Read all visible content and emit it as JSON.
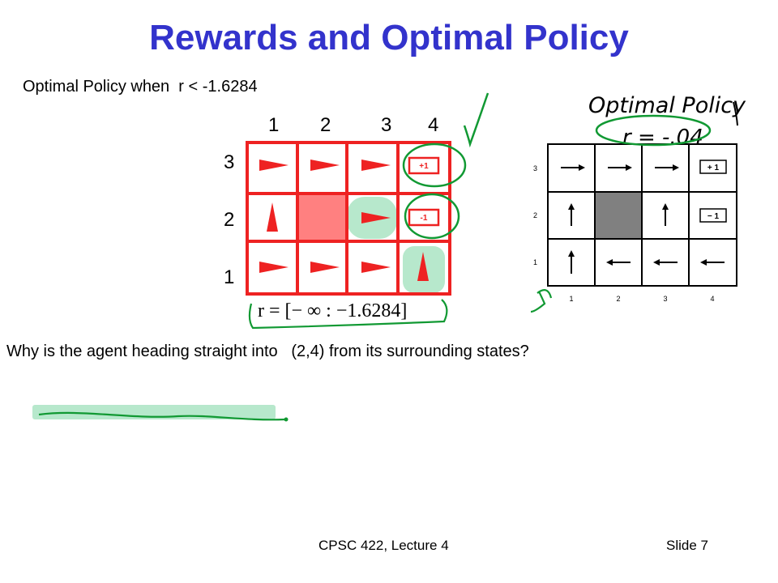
{
  "slide": {
    "title": "Rewards and Optimal Policy",
    "subtitle": "Optimal Policy when  r < -1.6284",
    "question": "Why is the agent heading straight into   (2,4) from its surrounding states?",
    "footer_course": "CPSC 422, Lecture 4",
    "footer_slide": "Slide 7"
  },
  "left_grid": {
    "col_labels": [
      "1",
      "2",
      "3",
      "4"
    ],
    "row_labels": [
      "3",
      "2",
      "1"
    ],
    "cells": [
      [
        "right",
        "right",
        "right",
        "+1"
      ],
      [
        "up",
        "wall",
        "right",
        "-1"
      ],
      [
        "right",
        "right",
        "right",
        "up"
      ]
    ],
    "reward_range": "r = [− ∞  : −1.6284]",
    "grid_color": "#ee2222",
    "wall_color": "#ff8080"
  },
  "right_grid": {
    "col_labels": [
      "1",
      "2",
      "3",
      "4"
    ],
    "row_labels": [
      "3",
      "2",
      "1"
    ],
    "cells": [
      [
        "right",
        "right",
        "right",
        "+ 1"
      ],
      [
        "up",
        "wall",
        "up",
        "− 1"
      ],
      [
        "up",
        "left",
        "left",
        "left"
      ]
    ],
    "wall_color": "#808080"
  },
  "annotations": {
    "handwritten_title": "Optimal Policy",
    "handwritten_reward": "r = -.04",
    "ink_color": "#119933",
    "highlight_color": "#b7e8cc"
  }
}
